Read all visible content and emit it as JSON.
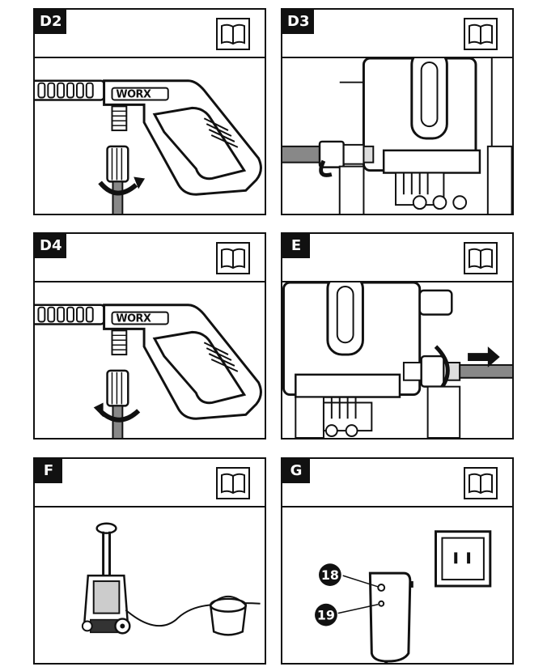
{
  "panels": [
    {
      "id": "D2",
      "label": "D2",
      "icon": "manual-book-icon"
    },
    {
      "id": "D3",
      "label": "D3",
      "icon": "manual-book-icon"
    },
    {
      "id": "D4",
      "label": "D4",
      "icon": "manual-book-icon"
    },
    {
      "id": "E",
      "label": "E",
      "icon": "manual-book-icon"
    },
    {
      "id": "F",
      "label": "F",
      "icon": "manual-book-icon"
    },
    {
      "id": "G",
      "label": "G",
      "icon": "manual-book-icon"
    }
  ],
  "gun": {
    "brand": "WORX"
  },
  "callouts": {
    "reset_button": "18",
    "test_button": "19"
  }
}
